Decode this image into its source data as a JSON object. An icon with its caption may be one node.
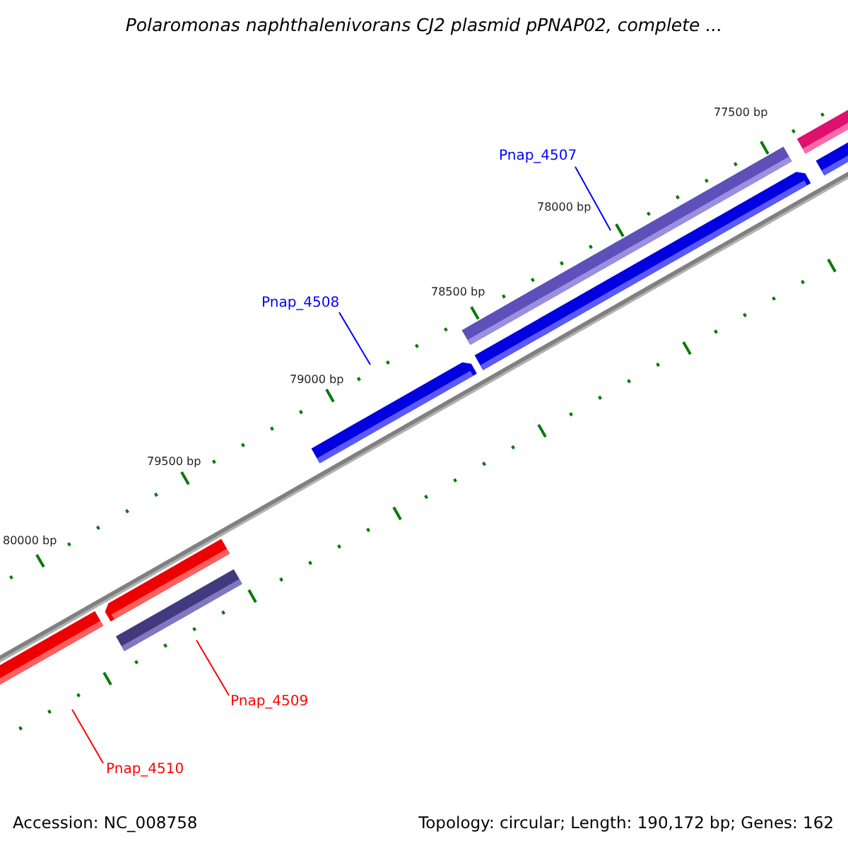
{
  "diagram": {
    "title": "Polaromonas naphthalenivorans CJ2 plasmid pPNAP02, complete ...",
    "nodes": [
      {
        "text": [
          "Pnap_4507"
        ]
      },
      {
        "text": [
          "Pnap_4508"
        ]
      },
      {
        "text": [
          "Pnap_4509"
        ]
      },
      {
        "text": [
          "Pnap_4510"
        ]
      }
    ],
    "edges": [
      {
        "from": 0,
        "to": null,
        "arrow": "none",
        "color": "#0000ff"
      },
      {
        "from": 1,
        "to": null,
        "arrow": "none",
        "color": "#0000ff"
      },
      {
        "from": 2,
        "to": null,
        "arrow": "none",
        "color": "#ff0000"
      },
      {
        "from": 3,
        "to": null,
        "arrow": "none",
        "color": "#ff0000"
      }
    ],
    "labels": [
      "77500 bp",
      "78000 bp",
      "78500 bp",
      "79000 bp",
      "79500 bp",
      "80000 bp",
      "Accession: NC_008758",
      "Topology: circular; Length: 190,172 bp; Genes: 162"
    ]
  }
}
